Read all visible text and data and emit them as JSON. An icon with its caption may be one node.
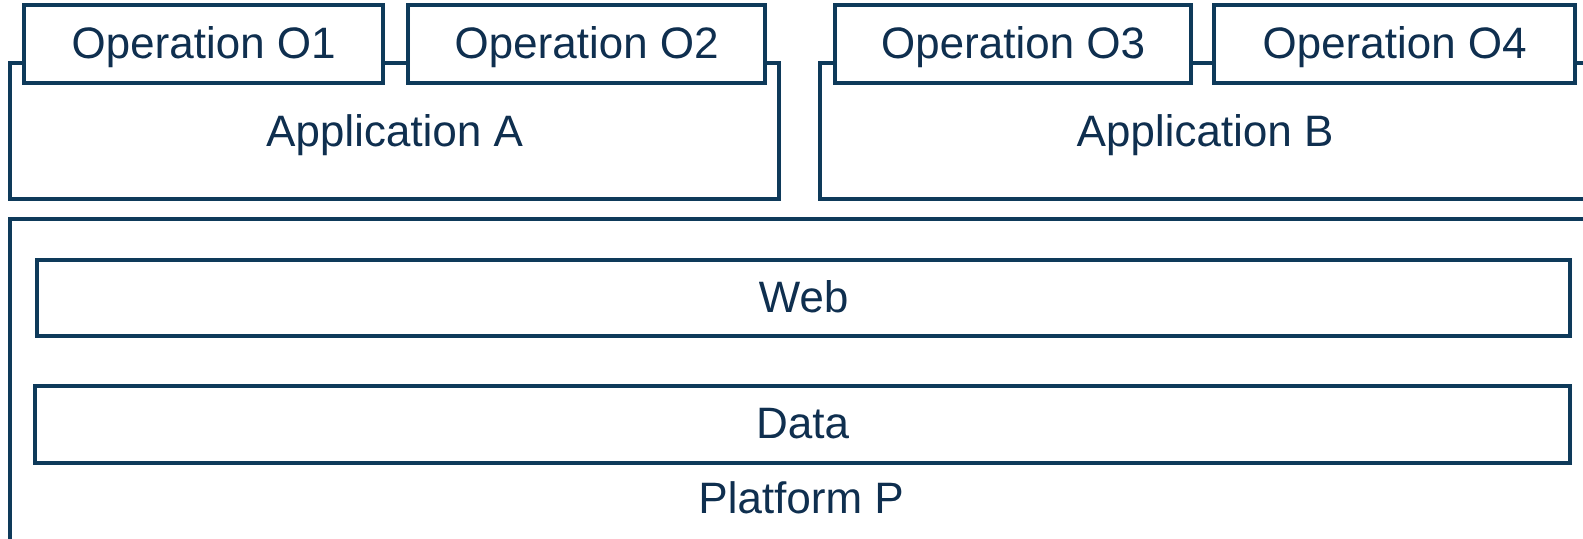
{
  "diagram": {
    "nodes": [
      {
        "text": [
          "Application A"
        ]
      },
      {
        "text": [
          "Operation O1"
        ]
      },
      {
        "text": [
          "Operation O2"
        ]
      },
      {
        "text": [
          "Application B"
        ]
      },
      {
        "text": [
          "Operation O3"
        ]
      },
      {
        "text": [
          "Operation O4"
        ]
      },
      {
        "text": [
          "Platform P"
        ]
      },
      {
        "text": [
          "Web"
        ],
        "in": 6
      },
      {
        "text": [
          "Data"
        ],
        "in": 6
      }
    ]
  }
}
